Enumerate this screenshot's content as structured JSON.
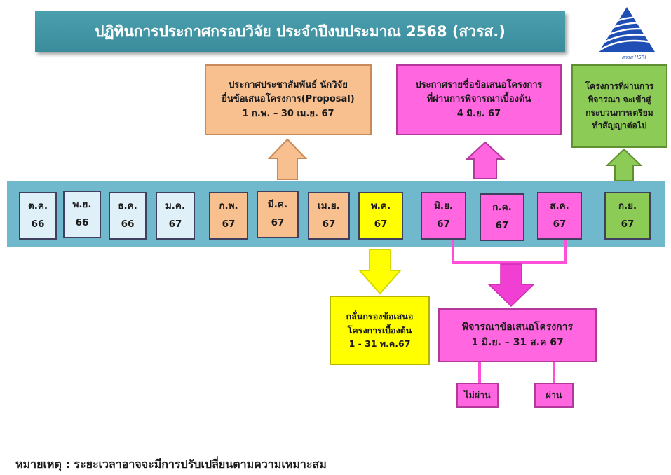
{
  "title": "ปฏิทินการประกาศกรอบวิจัย ประจำปีงบประมาณ 2568 (สวรส.)",
  "logo": {
    "icon": "hsri-triangle-logo-icon",
    "text": "สวรส HSRI"
  },
  "boxes": {
    "proposal": {
      "lines": [
        "ประกาศประชาสัมพันธ์ นักวิจัย",
        "ยื่นข้อเสนอโครงการ(Proposal)",
        "1 ก.พ. – 30 เม.ย. 67"
      ]
    },
    "preliminary_list": {
      "lines": [
        "ประกาศรายชื่อข้อเสนอโครงการ",
        "ที่ผ่านการพิจารณาเบื้องต้น",
        "4 มิ.ย. 67"
      ]
    },
    "contract": {
      "lines": [
        "โครงการที่ผ่านการ",
        "พิจารณา จะเข้าสู่",
        "กระบวนการเตรียม",
        "ทำสัญญาต่อไป"
      ]
    },
    "screening": {
      "lines": [
        "กลั่นกรองข้อเสนอ",
        "โครงการเบื้องต้น",
        "1 - 31 พ.ค.67"
      ]
    },
    "consideration": {
      "lines": [
        "พิจารณาข้อเสนอโครงการ",
        "1 มิ.ย. – 31 ส.ค 67"
      ]
    },
    "fail": "ไม่ผ่าน",
    "pass": "ผ่าน"
  },
  "months": [
    {
      "name": "ต.ค.",
      "year": "66"
    },
    {
      "name": "พ.ย.",
      "year": "66"
    },
    {
      "name": "ธ.ค.",
      "year": "66"
    },
    {
      "name": "ม.ค.",
      "year": "67"
    },
    {
      "name": "ก.พ.",
      "year": "67"
    },
    {
      "name": "มี.ค.",
      "year": "67"
    },
    {
      "name": "เม.ย.",
      "year": "67"
    },
    {
      "name": "พ.ค.",
      "year": "67"
    },
    {
      "name": "มิ.ย.",
      "year": "67"
    },
    {
      "name": "ก.ค.",
      "year": "67"
    },
    {
      "name": "ส.ค.",
      "year": "67"
    },
    {
      "name": "ก.ย.",
      "year": "67"
    }
  ],
  "colors": {
    "title_bg": "#3b8c9b",
    "band": "#70b8cc",
    "month_past": "#dff0f8",
    "submission": "#f8bf8f",
    "screening": "#ffff00",
    "consideration": "#ff66e0",
    "contract": "#8ccb55"
  },
  "note": "หมายเหตุ : ระยะเวลาอาจจะมีการปรับเปลี่ยนตามความเหมาะสม"
}
